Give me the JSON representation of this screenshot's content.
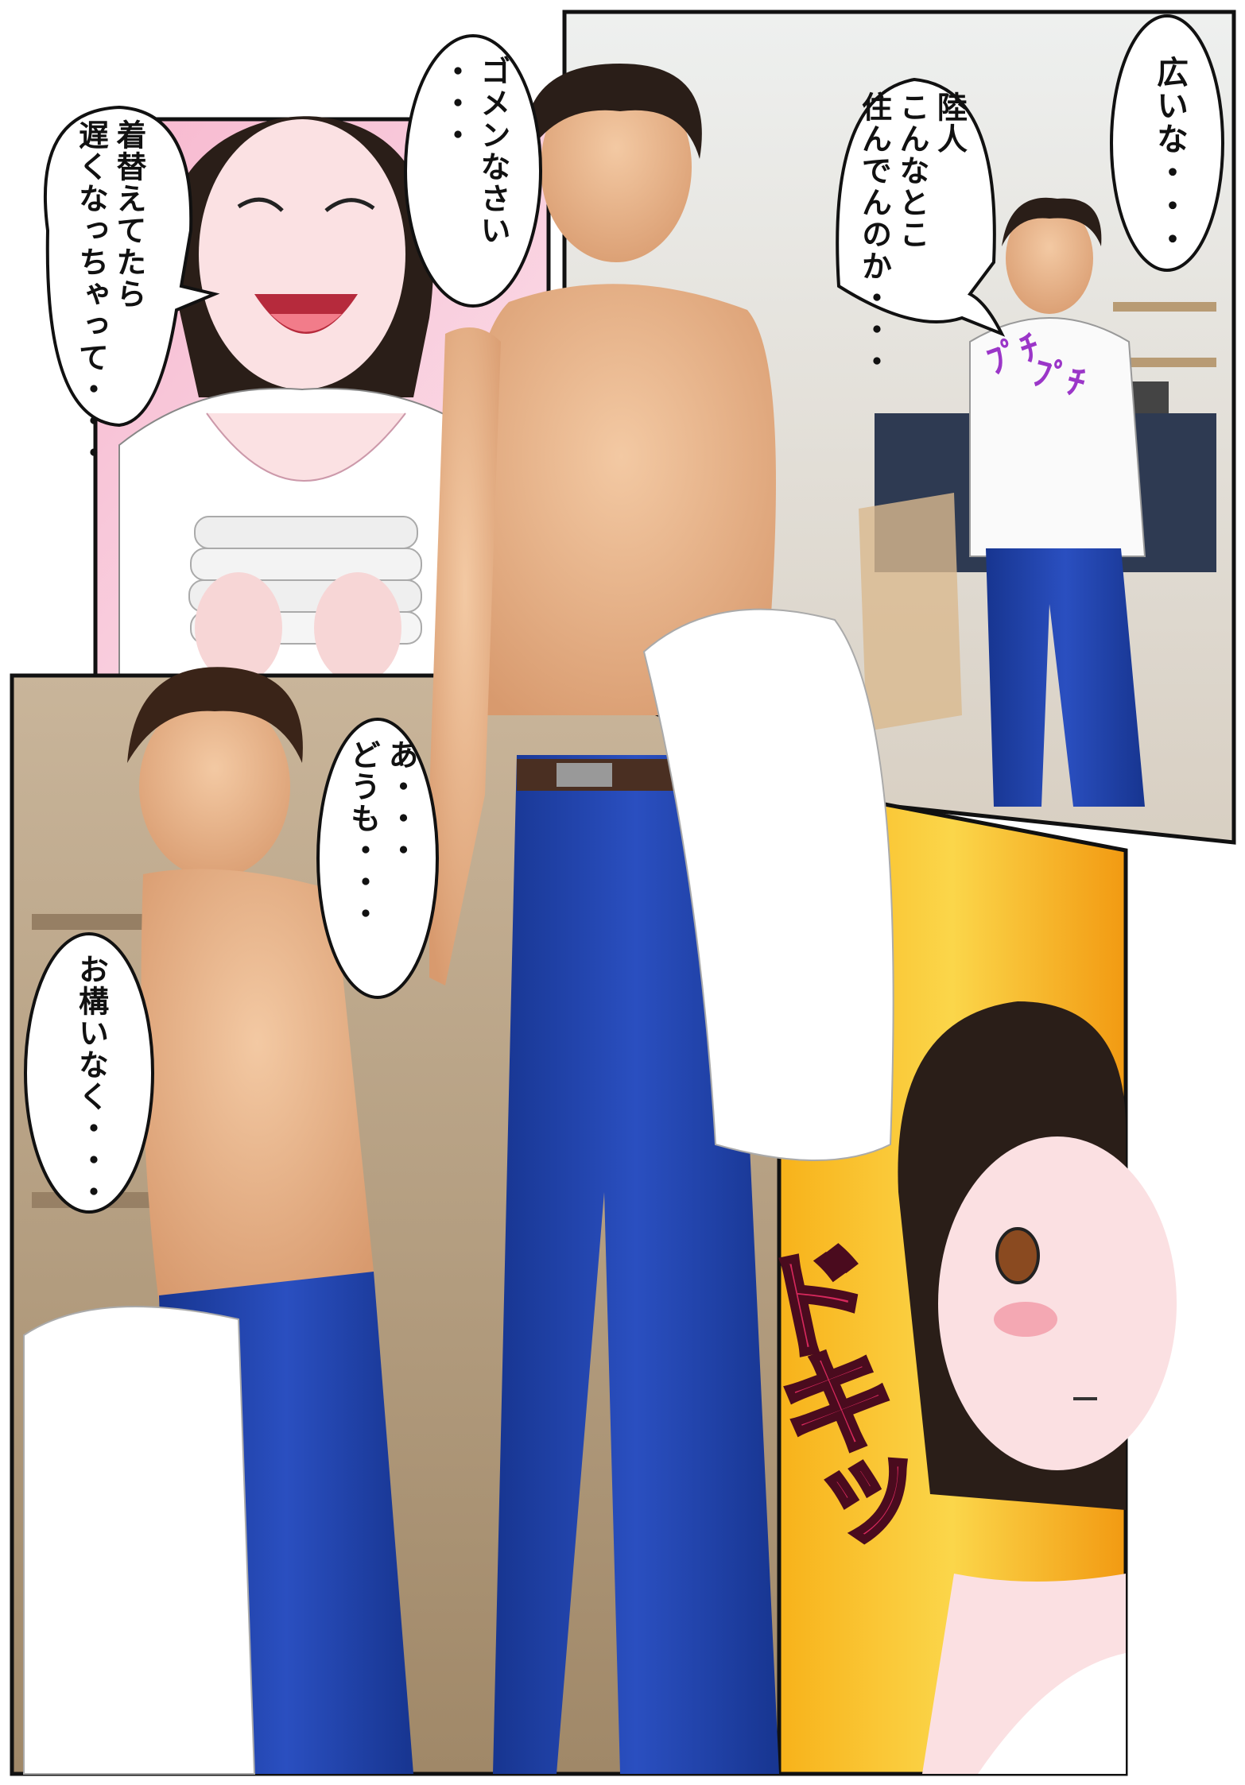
{
  "panels": [
    {
      "id": "top-right-room",
      "description_hidden": true
    },
    {
      "id": "top-left-woman"
    },
    {
      "id": "center-man"
    },
    {
      "id": "bottom-left-man"
    },
    {
      "id": "bottom-right-woman"
    }
  ],
  "balloons": {
    "b1": {
      "lines": [
        "広いな・・・"
      ]
    },
    "b2": {
      "lines": [
        "陸人",
        "こんなとこ",
        "住んでんのか・・・"
      ]
    },
    "b3": {
      "lines": [
        "ゴメンなさい",
        "・・・"
      ]
    },
    "b4": {
      "lines": [
        "着替えてたら",
        "遅くなっちゃって・・・"
      ]
    },
    "b5": {
      "lines": [
        "あ・・・",
        "どうも・・・"
      ]
    },
    "b6": {
      "lines": [
        "お構いなく・・・"
      ]
    }
  },
  "sfx": {
    "dokit": "ドキッ",
    "shirt": [
      "ﾌﾟﾁ",
      "ﾌﾟﾁ"
    ]
  },
  "colors": {
    "jeans": "#1f3fa6",
    "skin": "#e8b58e",
    "hair": "#2a1e18",
    "orange_bg": "#f6a21a",
    "pink_bg": "#f7c6d8"
  }
}
